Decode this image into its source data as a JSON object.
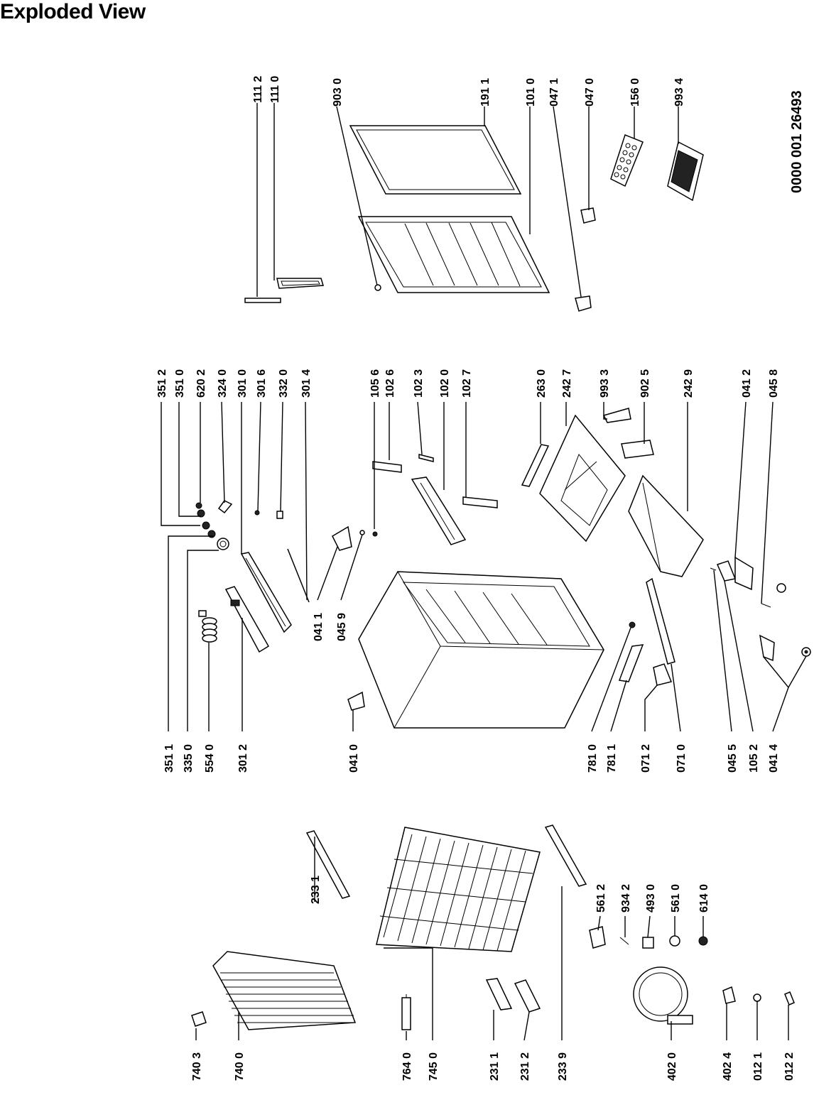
{
  "title": "Exploded View",
  "document_number": "0000 001 26493",
  "part_labels": [
    "111 2",
    "111 0",
    "903 0",
    "191 1",
    "101 0",
    "047 1",
    "047 0",
    "156 0",
    "993 4",
    "351 2",
    "351 0",
    "620 2",
    "324 0",
    "301 0",
    "301 6",
    "332 0",
    "301 4",
    "105 6",
    "102 6",
    "102 3",
    "102 0",
    "102 7",
    "263 0",
    "242 7",
    "993 3",
    "902 5",
    "242 9",
    "041 2",
    "045 8",
    "351 1",
    "335 0",
    "554 0",
    "301 2",
    "041 0",
    "041 1",
    "045 9",
    "781 0",
    "781 1",
    "071 2",
    "071 0",
    "045 5",
    "105 2",
    "041 4",
    "233 1",
    "561 2",
    "934 2",
    "493 0",
    "561 0",
    "614 0",
    "740 3",
    "740 0",
    "764 0",
    "745 0",
    "231 1",
    "231 2",
    "233 9",
    "402 0",
    "402 4",
    "012 1",
    "012 2"
  ]
}
